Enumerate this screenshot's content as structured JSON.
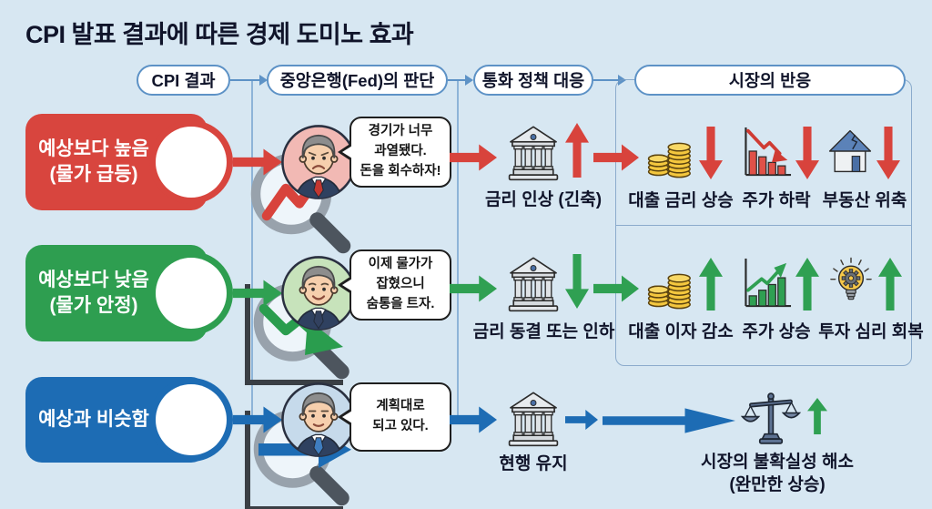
{
  "title": "CPI 발표 결과에 따른 경제 도미노 효과",
  "header": {
    "columns": [
      {
        "label": "CPI 결과"
      },
      {
        "label": "중앙은행(Fed)의 판단"
      },
      {
        "label": "통화 정책 대응"
      },
      {
        "label": "시장의 반응"
      }
    ]
  },
  "colors": {
    "background": "#d7e7f2",
    "scenario_high": "#d8453e",
    "scenario_low": "#2e9e50",
    "scenario_inline": "#1d6cb4",
    "negative_arrow": "#d8433c",
    "positive_arrow": "#2fa052",
    "neutral_arrow": "#1d6cb4",
    "connector": "#5d92c6",
    "coin_gold": "#f4c73e"
  },
  "rows": [
    {
      "scenario": {
        "line1": "예상보다 높음",
        "line2": "(물가 급등)"
      },
      "scenario_icon": "magnifier-chart-rising-icon",
      "avatar_icon": "fed-official-worried-avatar",
      "speech": {
        "line1": "경기가 너무",
        "line2": "과열됐다.",
        "line3": "돈을 회수하자!"
      },
      "policy_icon": "bank-icon",
      "policy_arrow": "up-red",
      "policy": "금리 인상 (긴축)",
      "reactions": [
        {
          "icon": "coins-icon",
          "arrow": "down-red",
          "label": "대출 금리 상승"
        },
        {
          "icon": "chart-declining-icon",
          "arrow": "down-red",
          "label": "주가 하락"
        },
        {
          "icon": "cracked-house-icon",
          "arrow": "down-red",
          "label": "부동산 위축"
        }
      ]
    },
    {
      "scenario": {
        "line1": "예상보다 낮음",
        "line2": "(물가 안정)"
      },
      "scenario_icon": "magnifier-chart-falling-icon",
      "avatar_icon": "fed-official-relieved-avatar",
      "speech": {
        "line1": "이제 물가가",
        "line2": "잡혔으니",
        "line3": "숨통을 트자."
      },
      "policy_icon": "bank-icon",
      "policy_arrow": "down-green",
      "policy": "금리 동결 또는 인하",
      "reactions": [
        {
          "icon": "coins-icon",
          "arrow": "up-green",
          "label": "대출 이자 감소"
        },
        {
          "icon": "chart-rising-icon",
          "arrow": "up-green",
          "label": "주가 상승"
        },
        {
          "icon": "lightbulb-gear-icon",
          "arrow": "up-green",
          "label": "투자 심리 회복"
        }
      ]
    },
    {
      "scenario": {
        "line1": "예상과 비슷함"
      },
      "scenario_icon": "magnifier-chart-flat-icon",
      "avatar_icon": "fed-official-neutral-avatar",
      "speech": {
        "line1": "계획대로",
        "line2": "되고 있다."
      },
      "policy_icon": "bank-icon",
      "policy_arrow": "right-blue",
      "policy": "현행 유지",
      "reactions": [
        {
          "icon": "balance-scales-icon",
          "arrow": "up-green",
          "label": "시장의 불확실성 해소",
          "sub": "(완만한 상승)"
        }
      ]
    }
  ]
}
